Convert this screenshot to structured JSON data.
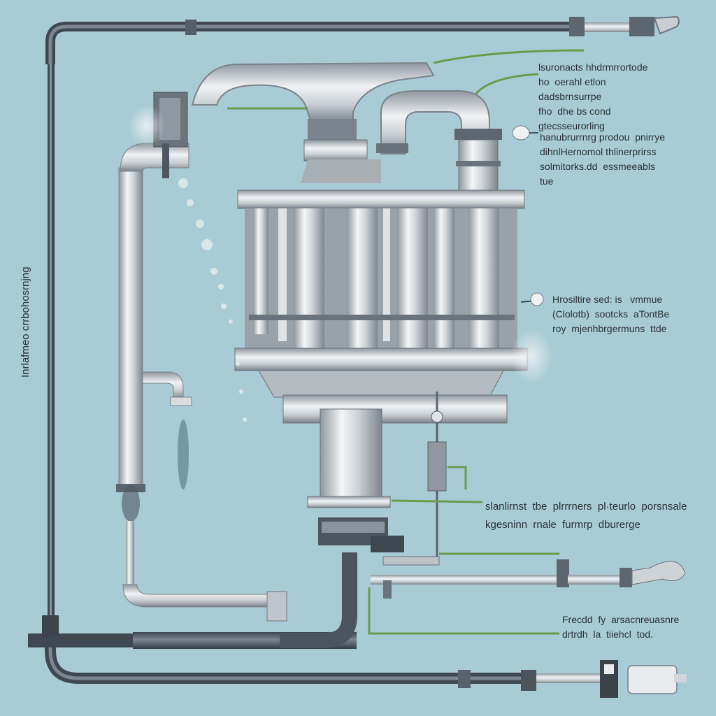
{
  "colors": {
    "background": "#a9cbd6",
    "pipe_dark": "#4a5560",
    "pipe_steel": "#c9ced3",
    "leader_line": "#6e9a4c",
    "text": "#2a3138"
  },
  "labels": {
    "top_right": [
      "lsuronacts  hhdrmrrortode",
      "ho  oerahl etlon",
      "dadsbrnsurrpe",
      "fho  dhe bs cond",
      "gtecsseurorling"
    ],
    "right_upper": [
      "hanubrurrnrg prodou  pnirrye",
      "dihnlHernomol thlinerprirss",
      "solmitorks.dd  essmeeabls",
      "tue"
    ],
    "right_middle": [
      "Hrosiltire sed: is   vmmue",
      "(Clolotb)  sootcks  aTontBe",
      "roy  mjenhbrgermuns  ttde"
    ],
    "lower": [
      "slanlirnst  tbe  plrrrners  pl·teurlo  porsnsale",
      "kgesninn  rnale  furmrp  dburerge"
    ],
    "bottom_right": [
      "Frecdd  fy  arsacnreuasnre",
      "drtrdh  la  tiiehcl  tod."
    ],
    "left_vertical": "Inrlafmeo crrbohosrnjng"
  }
}
